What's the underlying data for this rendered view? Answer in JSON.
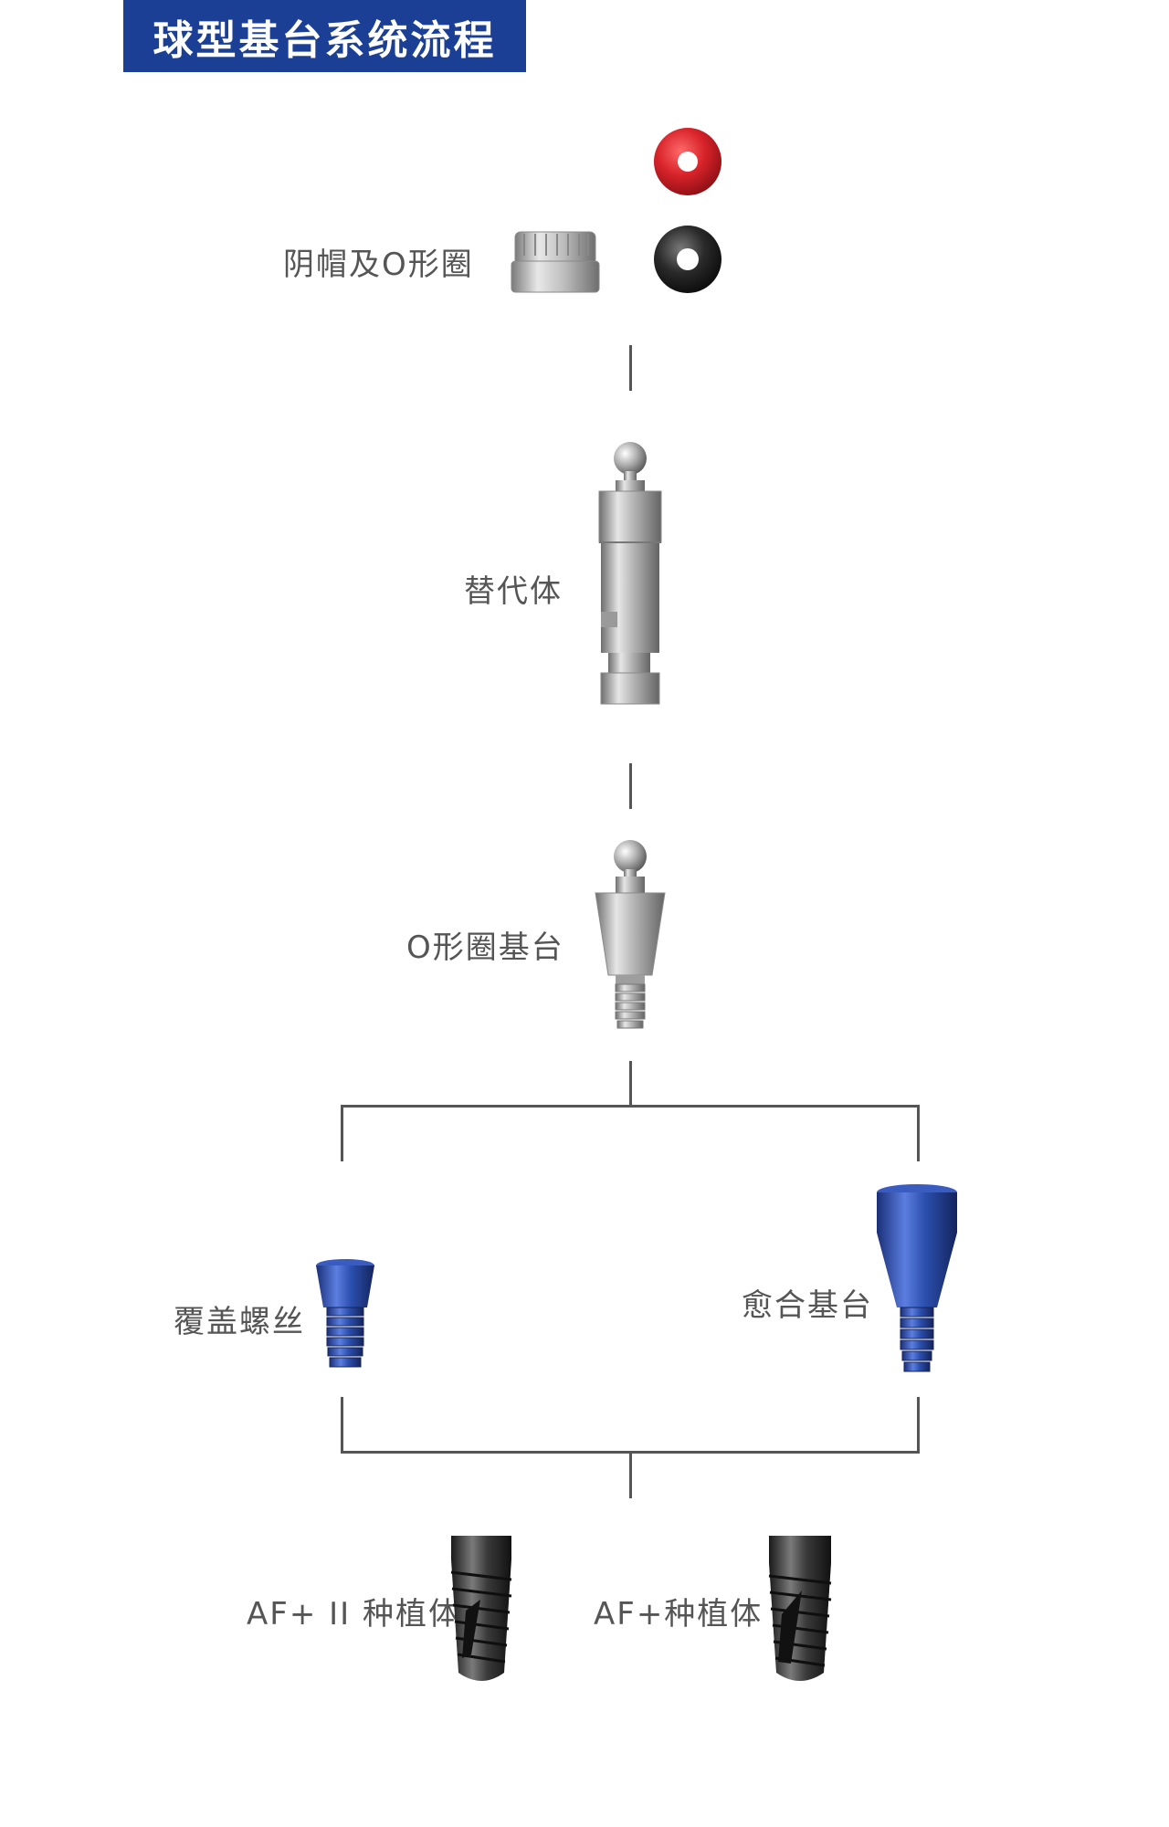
{
  "header": {
    "title": "球型基台系统流程"
  },
  "components": {
    "female_cap": "阴帽及O形圈",
    "analog": "替代体",
    "o_ring_abutment": "O形圈基台",
    "cover_screw": "覆盖螺丝",
    "healing_abutment": "愈合基台",
    "implant_af2": "AF+ II 种植体",
    "implant_af": "AF+种植体"
  },
  "colors": {
    "banner": "#1a3f95",
    "o_ring_red": "#d8232a",
    "o_ring_black": "#2a2a2a",
    "titanium_blue": "#2b4fae",
    "metal": "#b8b8b8",
    "implant_dark": "#3a3a3a"
  }
}
